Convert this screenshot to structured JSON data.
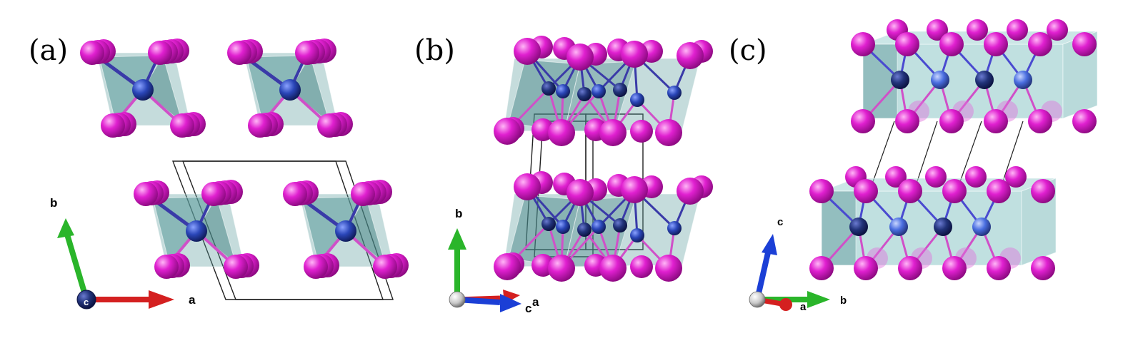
{
  "panels": [
    {
      "label": "(a)",
      "axes": [
        {
          "label": "a",
          "color": "#d42020"
        },
        {
          "label": "b",
          "color": "#2ab52a"
        },
        {
          "label": "c",
          "color": "#22337a"
        }
      ]
    },
    {
      "label": "(b)",
      "axes": [
        {
          "label": "b",
          "color": "#2ab52a"
        },
        {
          "label": "c",
          "color": "#1b3fd6"
        },
        {
          "label": "a",
          "color": "#d42020"
        }
      ]
    },
    {
      "label": "(c)",
      "axes": [
        {
          "label": "c",
          "color": "#1b3fd6"
        },
        {
          "label": "a",
          "color": "#d42020"
        },
        {
          "label": "b",
          "color": "#2ab52a"
        }
      ]
    }
  ],
  "colors": {
    "halide_atom": "#e020d0",
    "metal_atom": "#1f3d8f",
    "octahedron_fill": "#5a9a9a",
    "cell_edge": "#222222",
    "origin_sphere": "#c8c8c8"
  },
  "icons": {
    "halide_atom": "magenta-sphere-icon",
    "metal_atom": "blue-sphere-icon",
    "octahedron": "teal-octahedron-icon",
    "axis_arrow": "arrow-icon"
  }
}
